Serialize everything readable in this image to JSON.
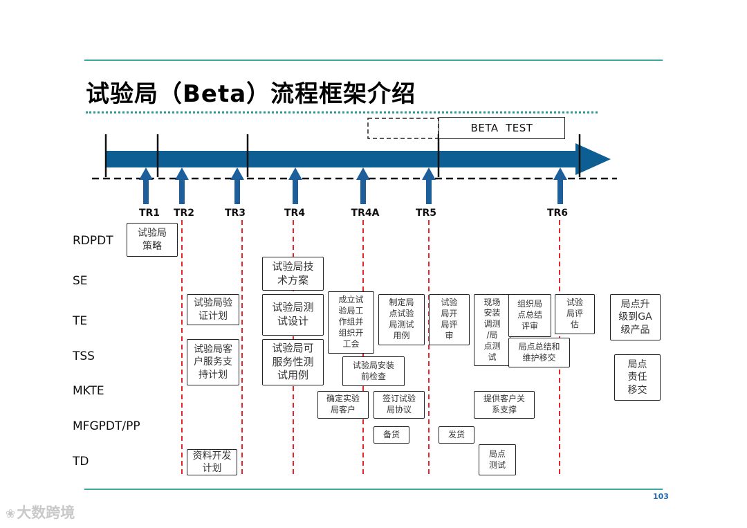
{
  "title": "试验局（Beta）流程框架介绍",
  "beta_label": "BETA  TEST",
  "page_number": "103",
  "watermark": "大数跨境",
  "milestones": [
    "TR1",
    "TR2",
    "TR3",
    "TR4",
    "TR4A",
    "TR5",
    "TR6"
  ],
  "lanes": [
    "RDPDT",
    "SE",
    "TE",
    "TSS",
    "MKTE",
    "MFGPDT/PP",
    "TD"
  ],
  "tasks": [
    "试验局\n策略",
    "试验局技\n术方案",
    "试验局验\n证计划",
    "试验局测\n试设计",
    "成立试\n验局工\n作组并\n组织开\n工会",
    "制定局\n点试验\n局测试\n用例",
    "试验\n局开\n局评\n审",
    "现场\n安装\n调测\n/局\n点测\n试",
    "组织局\n点总结\n评审",
    "试验\n局评\n估",
    "局点升\n级到GA\n级产品",
    "试验局客\n户服务支\n持计划",
    "试验局可\n服务性测\n试用例",
    "试验局安装\n前检查",
    "局点总结和\n维护移交",
    "局点\n责任\n移交",
    "确定实验\n局客户",
    "签订试验\n局协议",
    "提供客户关\n系支撑",
    "备货",
    "发货",
    "资料开发\n计划",
    "局点\n测试"
  ],
  "colors": {
    "timeline_arrow": "#0c5e93",
    "milestone_arrow": "#1c5f9a",
    "guide_line": "#e8232a",
    "rule_line": "#3aa9a0",
    "page_number": "#1f6bb5"
  },
  "icons": {
    "watermark_logo": "dragon-logo-icon"
  }
}
